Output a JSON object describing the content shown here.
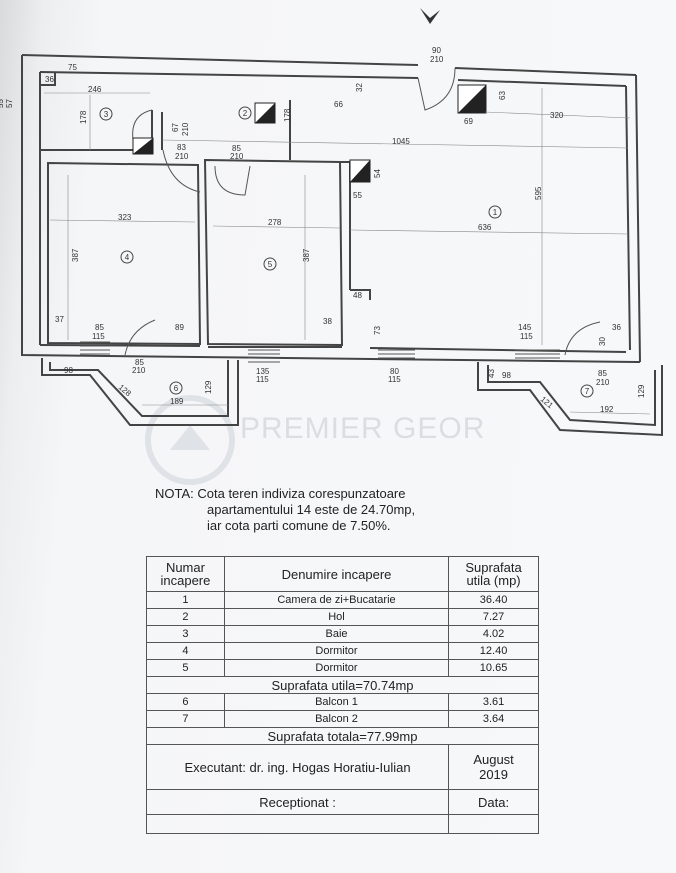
{
  "plan": {
    "dimensions": {
      "d75": "75",
      "d36a": "36",
      "d246": "246",
      "d178a": "178",
      "d55": "55",
      "d57": "57",
      "d67": "67",
      "d210a": "210",
      "d83": "83",
      "d210b": "210",
      "d178b": "178",
      "d66": "66",
      "d32": "32",
      "d90": "90",
      "d210c": "210",
      "d63": "63",
      "d69": "69",
      "d320": "320",
      "d1045": "1045",
      "d85a": "85",
      "d210d": "210",
      "d54": "54",
      "d55b": "55",
      "d323": "323",
      "d278": "278",
      "d636": "636",
      "d595": "595",
      "d387a": "387",
      "d387b": "387",
      "d48": "48",
      "d73": "73",
      "d37": "37",
      "d85b": "85",
      "d115a": "115",
      "d89": "89",
      "d38": "38",
      "d145": "145",
      "d115b": "115",
      "d36b": "36",
      "d30": "30",
      "d85c": "85",
      "d210e": "210",
      "d135": "135",
      "d115c": "115",
      "d80": "80",
      "d115d": "115",
      "d98a": "98",
      "d128": "128",
      "d129a": "129",
      "d189": "189",
      "d43": "43",
      "d98b": "98",
      "d121": "121",
      "d192": "192",
      "d129b": "129",
      "d85d": "85",
      "d210f": "210"
    },
    "room_numbers": {
      "r1": "1",
      "r2": "2",
      "r3": "3",
      "r4": "4",
      "r5": "5",
      "r6": "6",
      "r7": "7"
    },
    "watermark": "PREMIER GEOR"
  },
  "note": {
    "line1": "NOTA: Cota teren indiviza corespunzatoare",
    "line2": "apartamentului 14 este de 24.70mp,",
    "line3": "iar cota parti comune de 7.50%."
  },
  "table": {
    "header": {
      "col1": "Numar incapere",
      "col2": "Denumire incapere",
      "col3": "Suprafata utila (mp)"
    },
    "rooms": [
      {
        "num": "1",
        "name": "Camera de zi+Bucatarie",
        "area": "36.40"
      },
      {
        "num": "2",
        "name": "Hol",
        "area": "7.27"
      },
      {
        "num": "3",
        "name": "Baie",
        "area": "4.02"
      },
      {
        "num": "4",
        "name": "Dormitor",
        "area": "12.40"
      },
      {
        "num": "5",
        "name": "Dormitor",
        "area": "10.65"
      }
    ],
    "useful_total": "Suprafata utila=70.74mp",
    "balconies": [
      {
        "num": "6",
        "name": "Balcon 1",
        "area": "3.61"
      },
      {
        "num": "7",
        "name": "Balcon 2",
        "area": "3.64"
      }
    ],
    "grand_total": "Suprafata totala=77.99mp",
    "executant": "Executant: dr. ing. Hogas Horatiu-Iulian",
    "date_month": "August",
    "date_year": "2019",
    "received": "Receptionat :",
    "date_label": "Data:"
  }
}
